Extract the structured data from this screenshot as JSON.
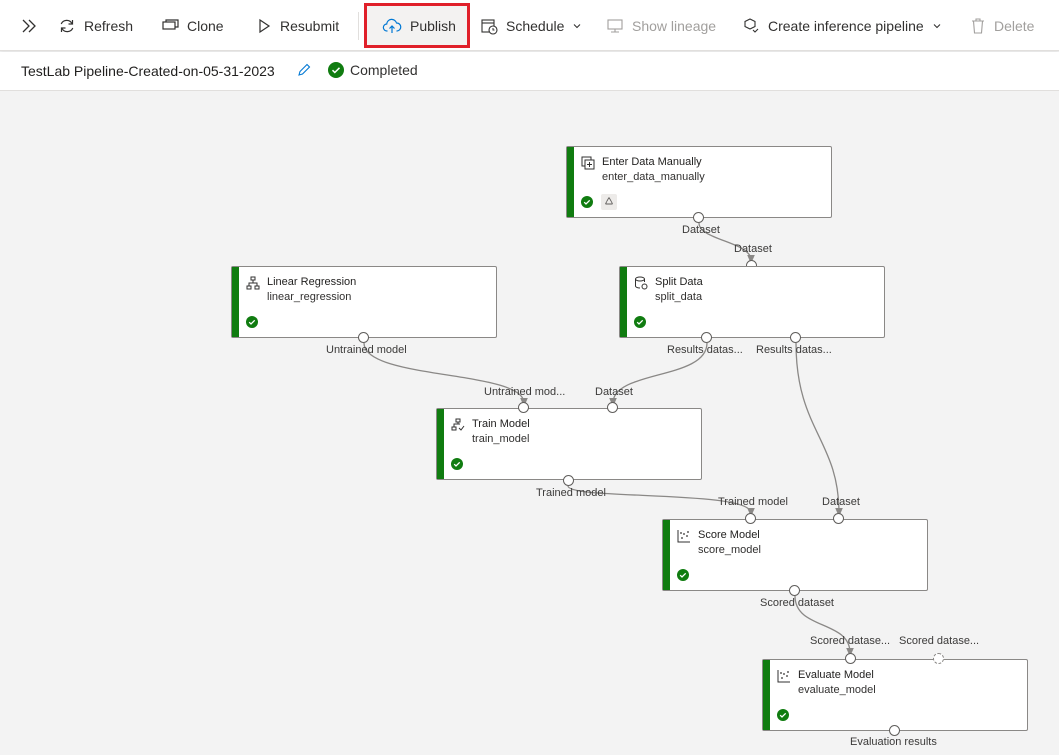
{
  "toolbar": {
    "refresh": "Refresh",
    "clone": "Clone",
    "resubmit": "Resubmit",
    "publish": "Publish",
    "schedule": "Schedule",
    "show_lineage": "Show lineage",
    "create_inference": "Create inference pipeline",
    "delete": "Delete"
  },
  "pipeline": {
    "name": "TestLab Pipeline-Created-on-05-31-2023",
    "status": "Completed"
  },
  "nodes": {
    "enter_data": {
      "title": "Enter Data Manually",
      "subtitle": "enter_data_manually",
      "out": "Dataset"
    },
    "split_data": {
      "title": "Split Data",
      "subtitle": "split_data",
      "in": "Dataset",
      "out1": "Results datas...",
      "out2": "Results datas..."
    },
    "linear_regression": {
      "title": "Linear Regression",
      "subtitle": "linear_regression",
      "out": "Untrained model"
    },
    "train_model": {
      "title": "Train Model",
      "subtitle": "train_model",
      "in1": "Untrained mod...",
      "in2": "Dataset",
      "out": "Trained model"
    },
    "score_model": {
      "title": "Score Model",
      "subtitle": "score_model",
      "in1": "Trained model",
      "in2": "Dataset",
      "out": "Scored dataset"
    },
    "evaluate_model": {
      "title": "Evaluate Model",
      "subtitle": "evaluate_model",
      "in1": "Scored datase...",
      "in2": "Scored datase...",
      "out": "Evaluation results"
    }
  },
  "colors": {
    "success": "#107c10",
    "highlight": "#e0202a",
    "accent": "#0078d4"
  }
}
